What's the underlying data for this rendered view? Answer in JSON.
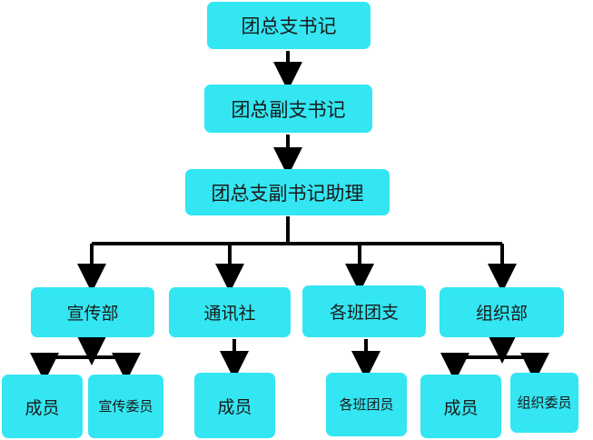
{
  "chart": {
    "level1": "团总支书记",
    "level2": "团总副支书记",
    "level3": "团总支副书记助理",
    "departments": [
      {
        "label": "宣传部",
        "children": [
          "成员",
          "宣传委员"
        ]
      },
      {
        "label": "通讯社",
        "children": [
          "成员"
        ]
      },
      {
        "label": "各班团支",
        "children": [
          "各班团员"
        ]
      },
      {
        "label": "组织部",
        "children": [
          "成员",
          "组织委员"
        ]
      }
    ]
  },
  "colors": {
    "box_fill": "#33e6f2",
    "connector": "#000000"
  }
}
